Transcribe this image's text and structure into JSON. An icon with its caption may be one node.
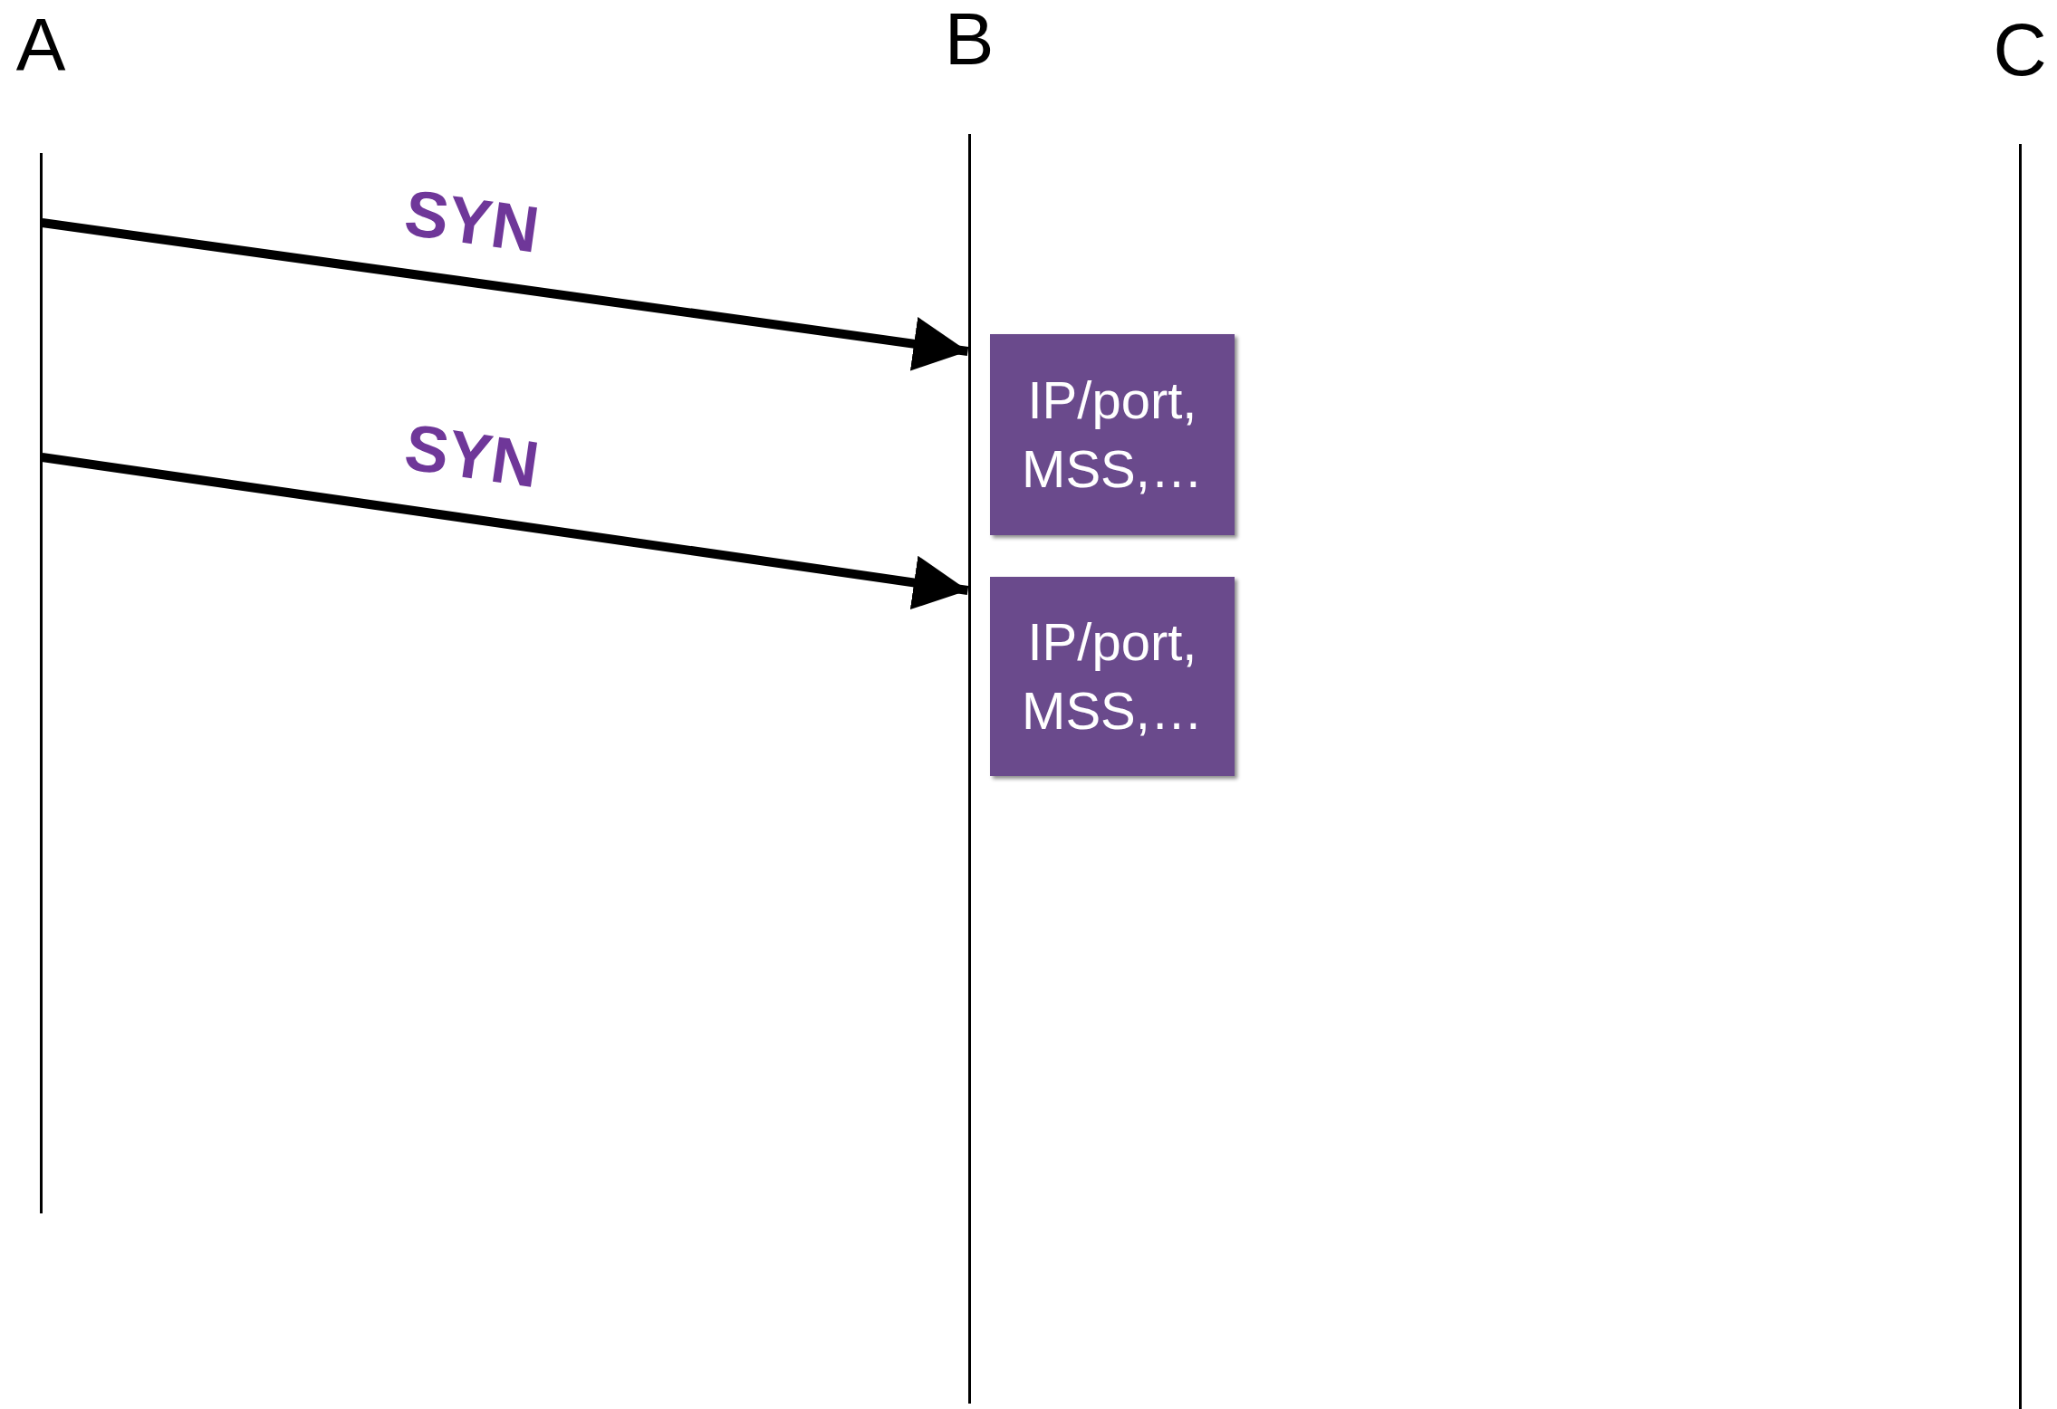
{
  "diagram": {
    "nodes": [
      {
        "text": [
          "A"
        ]
      },
      {
        "text": [
          "B"
        ]
      },
      {
        "text": [
          "C"
        ]
      },
      {
        "text": [
          "IP/port, MSS,…"
        ]
      },
      {
        "text": [
          "IP/port, MSS,…"
        ]
      }
    ],
    "edges": [
      {
        "from": 0,
        "to": 1,
        "arrow": "to",
        "label": "SYN"
      },
      {
        "from": 0,
        "to": 1,
        "arrow": "to",
        "label": "SYN"
      }
    ]
  }
}
